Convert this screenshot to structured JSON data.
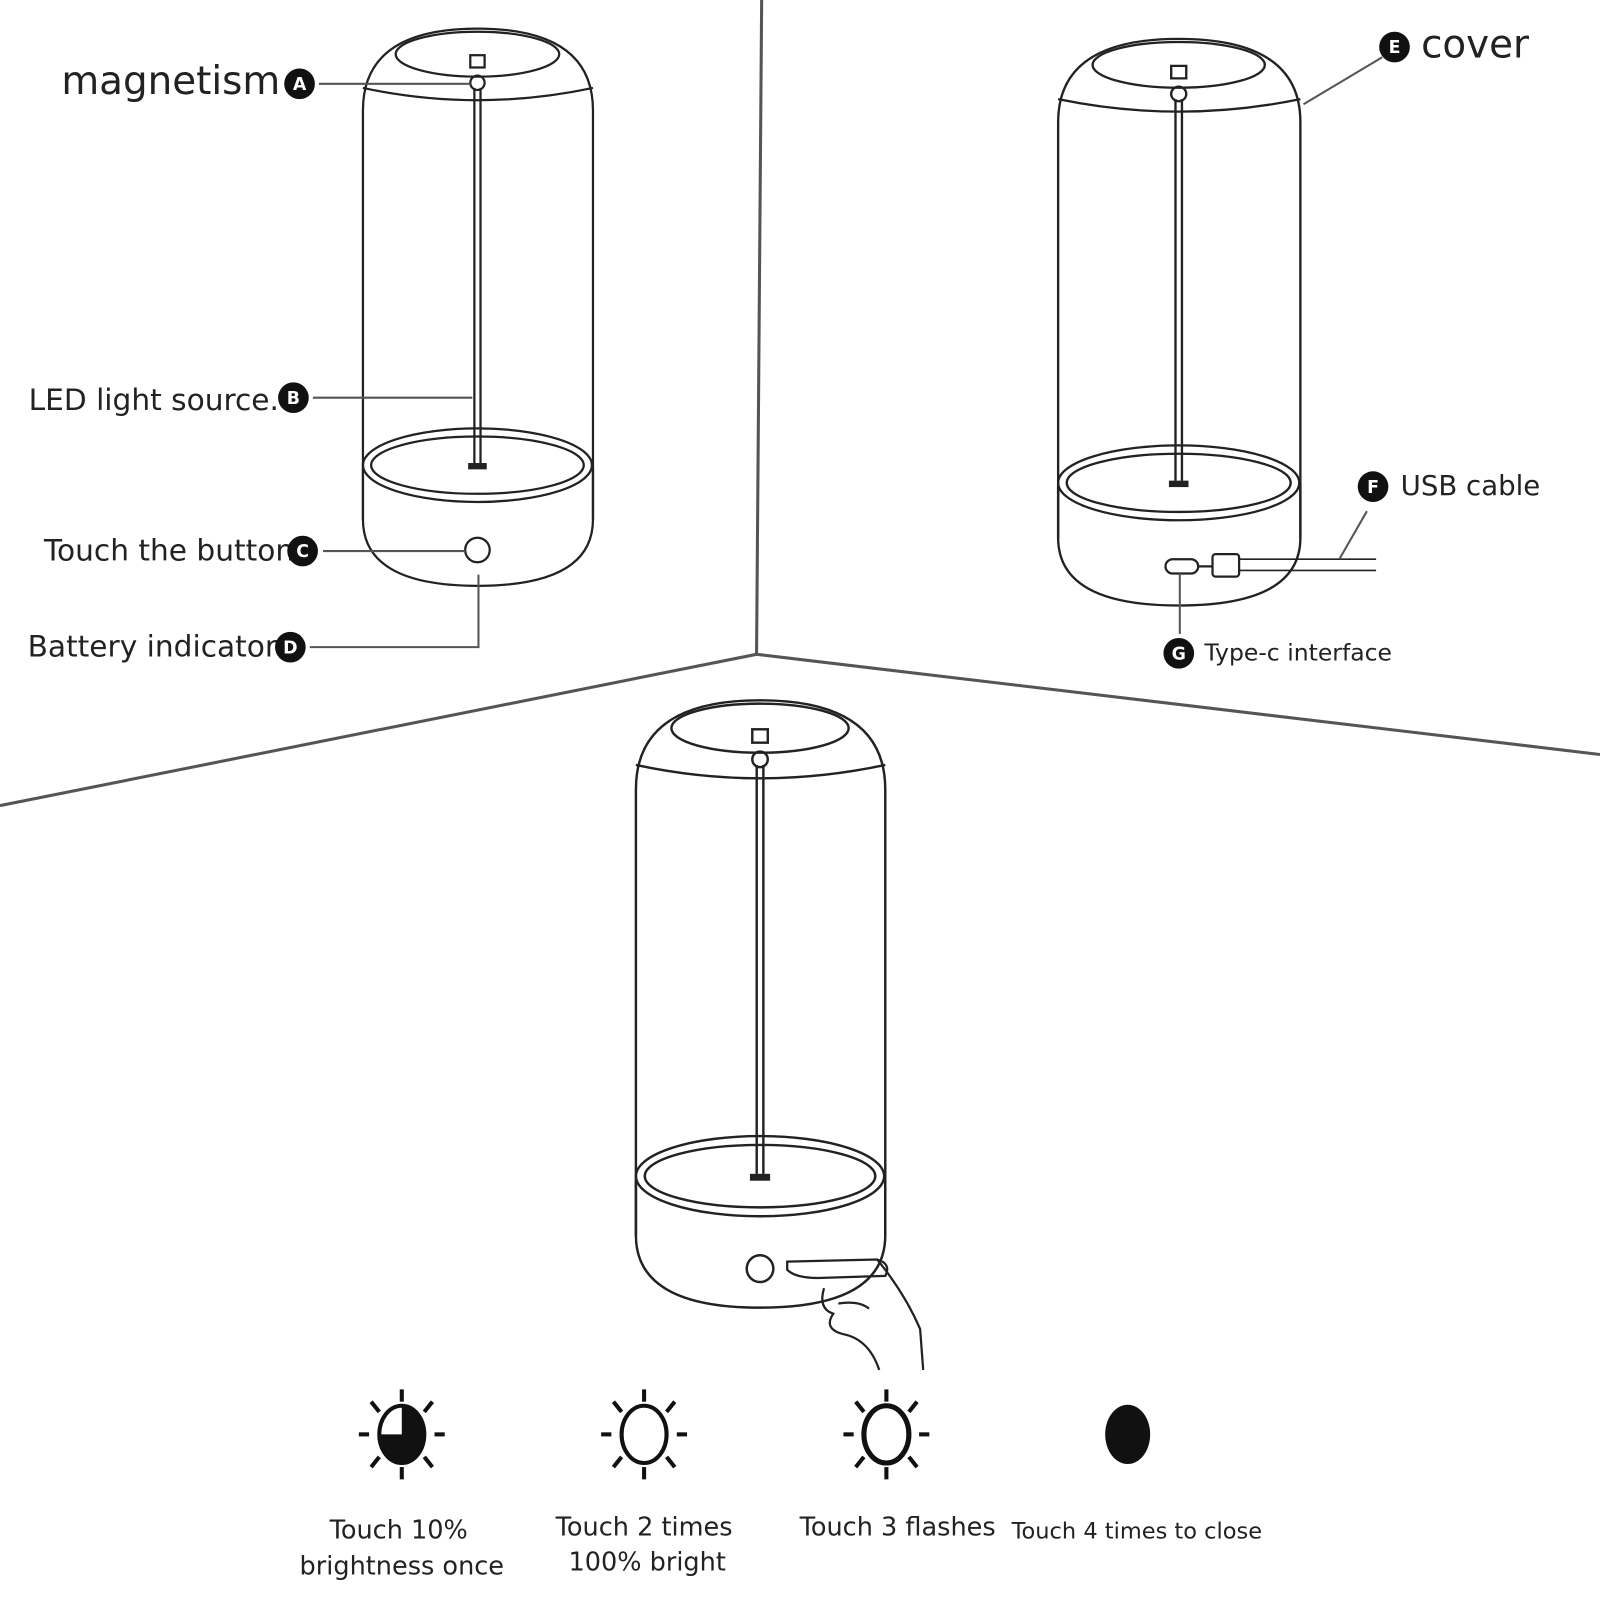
{
  "labels": {
    "a": {
      "badge": "A",
      "text": "magnetism"
    },
    "b": {
      "badge": "B",
      "text": "LED light source."
    },
    "c": {
      "badge": "C",
      "text": "Touch the button"
    },
    "d": {
      "badge": "D",
      "text": "Battery indicator"
    },
    "e": {
      "badge": "E",
      "text": "cover"
    },
    "f": {
      "badge": "F",
      "text": "USB cable"
    },
    "g": {
      "badge": "G",
      "text": "Type-c interface"
    }
  },
  "modes": [
    {
      "icon": "half-brightness-sun-icon",
      "line1": "Touch 10%",
      "line2": "brightness once"
    },
    {
      "icon": "full-brightness-sun-icon",
      "line1": "Touch 2 times",
      "line2": "100% bright"
    },
    {
      "icon": "flashing-sun-icon",
      "line1": "Touch 3 flashes"
    },
    {
      "icon": "off-circle-icon",
      "line1": "Touch 4 times to close"
    }
  ]
}
